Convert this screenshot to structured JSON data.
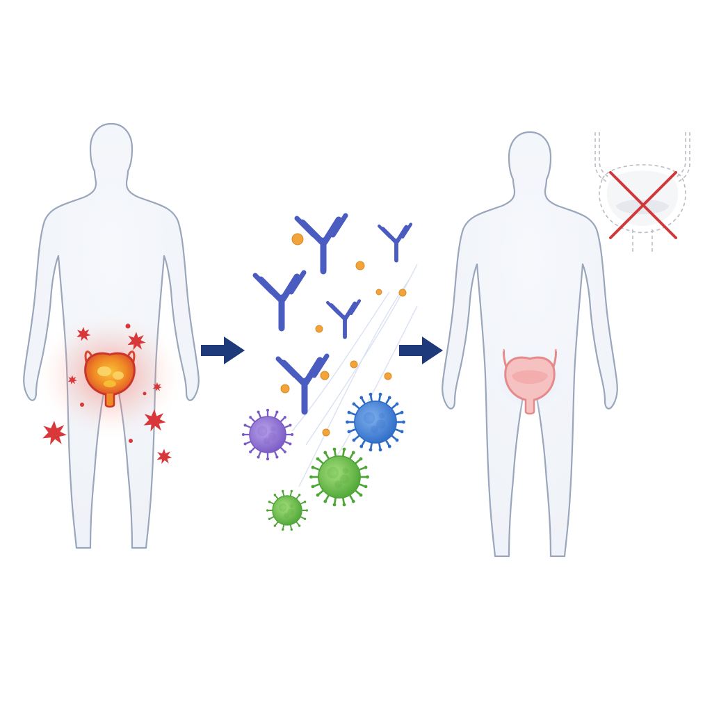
{
  "colors": {
    "background": "#ffffff",
    "body_fill": "#f4f6fa",
    "body_outline": "#9aa6bb",
    "inflammation_red": "#d9383a",
    "tumor_orange": "#f08a24",
    "tumor_yellow": "#f7c43a",
    "arrow_navy": "#1f3a7a",
    "antibody_blue": "#4a5cc0",
    "particle_orange": "#f2a33a",
    "cell_purple": "#8a6ad0",
    "cell_blue": "#3f7fd6",
    "cell_green": "#6cc04a",
    "healthy_bladder_pink": "#f2a7a7",
    "healthy_glow_blue": "#bcd3f5",
    "cross_red": "#d0393b",
    "dashed_gray": "#b9bcc4"
  },
  "panels": [
    {
      "stage": "diseased",
      "figure_icon": "human-silhouette-icon",
      "organ_icon": "inflamed-bladder-icon",
      "markers_icon": "starburst-icon"
    },
    {
      "stage": "immune-response",
      "antibody_icon": "antibody-icon",
      "particle_icon": "antigen-particle-icon",
      "cell_icons": [
        "purple-immune-cell-icon",
        "blue-immune-cell-icon",
        "green-immune-cell-icon",
        "small-green-immune-cell-icon"
      ]
    },
    {
      "stage": "healed",
      "figure_icon": "human-silhouette-icon",
      "organ_icon": "healthy-bladder-icon",
      "removed_organ_icon": "crossed-out-bladder-icon"
    }
  ],
  "connectors": [
    "arrow-right-icon",
    "arrow-right-icon"
  ]
}
